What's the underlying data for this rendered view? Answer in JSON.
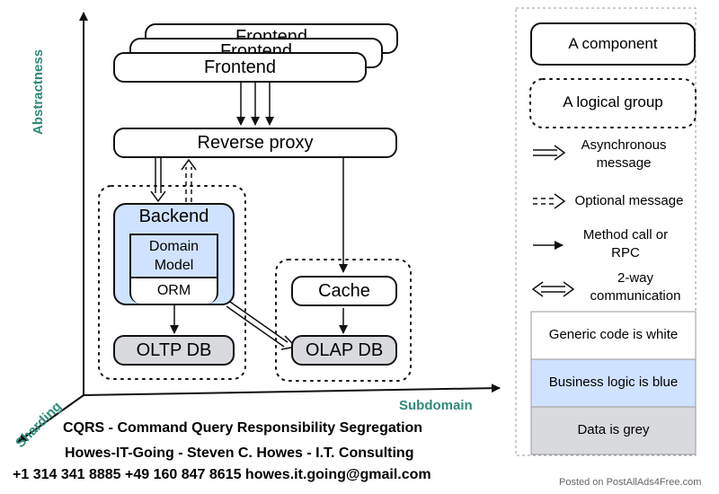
{
  "axes": {
    "vertical": "Abstractness",
    "horizontal": "Subdomain",
    "diagonal": "Sharding"
  },
  "nodes": {
    "frontend_back2": "Frontend",
    "frontend_back1": "Frontend",
    "frontend": "Frontend",
    "reverse_proxy": "Reverse proxy",
    "backend": "Backend",
    "domain_model": "Domain Model",
    "orm": "ORM",
    "oltp_db": "OLTP DB",
    "cache": "Cache",
    "olap_db": "OLAP DB"
  },
  "legend": {
    "component": "A component",
    "logical_group": "A logical group",
    "async": "Asynchronous message",
    "optional": "Optional message",
    "method_call": "Method call or RPC",
    "two_way": "2-way communication",
    "generic": "Generic code is white",
    "business": "Business logic is blue",
    "data": "Data is grey"
  },
  "footer": {
    "line1": "CQRS - Command Query Responsibility Segregation",
    "line2": "Howes-IT-Going - Steven C. Howes - I.T. Consulting",
    "line3": "+1 314 341 8885  +49 160 847 8615  howes.it.going@gmail.com"
  },
  "watermark": "Posted on PostAllAds4Free.com",
  "colors": {
    "axis_text": "#2e8b7a",
    "business_blue": "#cfe2ff",
    "data_grey": "#d9dadd"
  }
}
